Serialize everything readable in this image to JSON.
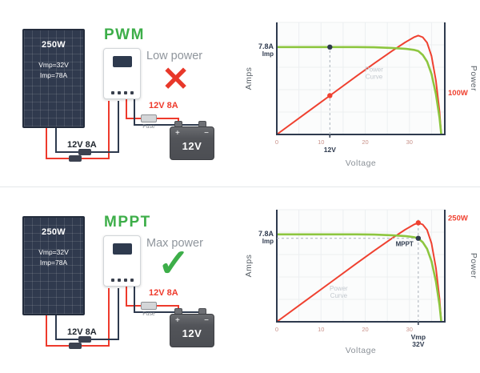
{
  "colors": {
    "brand_green": "#3dae49",
    "brand_red": "#ee3a2c",
    "navy": "#2e3a4e",
    "curve_green": "#8dc63f",
    "curve_red": "#ef4130",
    "tick": "#c9928a",
    "muted_text": "#8f959c"
  },
  "sections": [
    {
      "id": "pwm",
      "controller_type": "PWM",
      "result_text": "Low power",
      "result_mark": "✕",
      "panel": {
        "power": "250W",
        "vmp": "Vmp=32V",
        "imp": "Imp=78A"
      },
      "labels": {
        "battery": "12V",
        "plus": "+",
        "minus": "−",
        "fuse": "Fuse",
        "battery_wire": "12V 8A",
        "panel_wire": "12V 8A"
      }
    },
    {
      "id": "mppt",
      "controller_type": "MPPT",
      "result_text": "Max power",
      "result_mark": "✓",
      "panel": {
        "power": "250W",
        "vmp": "Vmp=32V",
        "imp": "Imp=78A"
      },
      "labels": {
        "battery": "12V",
        "plus": "+",
        "minus": "−",
        "fuse": "Fuse",
        "battery_wire": "12V 8A",
        "panel_wire": "12V 8A"
      }
    }
  ],
  "chart_data": [
    {
      "type": "line",
      "xlabel": "Voltage",
      "ylabel_left": "Amps",
      "ylabel_right": "Power",
      "xlim": [
        0,
        38
      ],
      "amps_lim": [
        0,
        10
      ],
      "power_lim": [
        0,
        270
      ],
      "x_ticks": [
        0,
        10,
        20,
        30
      ],
      "iv_curve_V_A": [
        [
          0,
          7.8
        ],
        [
          6,
          7.8
        ],
        [
          12,
          7.8
        ],
        [
          18,
          7.8
        ],
        [
          22,
          7.78
        ],
        [
          26,
          7.72
        ],
        [
          29,
          7.65
        ],
        [
          31,
          7.55
        ],
        [
          32,
          7.45
        ],
        [
          33,
          7.1
        ],
        [
          34,
          6.5
        ],
        [
          35,
          5.4
        ],
        [
          36,
          3.6
        ],
        [
          36.8,
          1.5
        ],
        [
          37.2,
          0
        ]
      ],
      "marker_voltage": 12,
      "marker_label": [
        "12V"
      ],
      "imp_label": [
        "7.8A",
        "Imp"
      ],
      "power_value_label": "100W",
      "power_value_watts": 100,
      "curve_label": [
        "Power",
        "Curve"
      ],
      "curve_label_pos_V_A": [
        22,
        5.6
      ],
      "operating_point": {
        "voltage": 12,
        "amps": 7.8,
        "power_watts": 100
      }
    },
    {
      "type": "line",
      "xlabel": "Voltage",
      "ylabel_left": "Amps",
      "ylabel_right": "Power",
      "xlim": [
        0,
        38
      ],
      "amps_lim": [
        0,
        10
      ],
      "power_lim": [
        0,
        270
      ],
      "x_ticks": [
        0,
        10,
        20,
        30
      ],
      "iv_curve_V_A": [
        [
          0,
          7.8
        ],
        [
          6,
          7.8
        ],
        [
          12,
          7.8
        ],
        [
          18,
          7.8
        ],
        [
          22,
          7.78
        ],
        [
          26,
          7.72
        ],
        [
          29,
          7.65
        ],
        [
          31,
          7.55
        ],
        [
          32,
          7.45
        ],
        [
          33,
          7.1
        ],
        [
          34,
          6.5
        ],
        [
          35,
          5.4
        ],
        [
          36,
          3.6
        ],
        [
          36.8,
          1.5
        ],
        [
          37.2,
          0
        ]
      ],
      "marker_voltage": 32,
      "marker_label": [
        "Vmp",
        "32V"
      ],
      "imp_label": [
        "7.8A",
        "Imp"
      ],
      "power_value_label": "250W",
      "power_value_watts": 250,
      "curve_label": [
        "Power",
        "Curve"
      ],
      "curve_label_pos_V_A": [
        14,
        2.8
      ],
      "mppt_label": "MPPT",
      "operating_point": {
        "voltage": 32,
        "amps": 7.8,
        "power_watts": 250
      }
    }
  ]
}
